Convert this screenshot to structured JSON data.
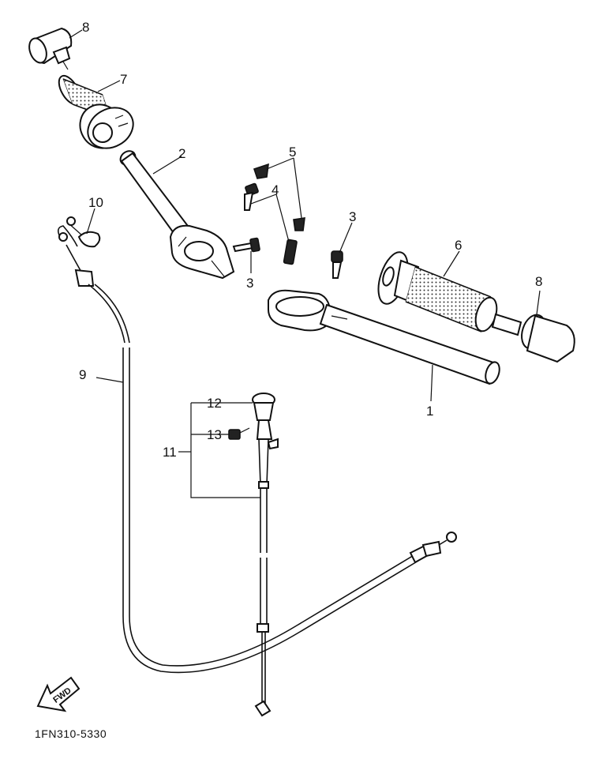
{
  "diagram": {
    "part_code": "1FN310-5330",
    "forward_label": "FWD",
    "callouts": {
      "c1": "1",
      "c2": "2",
      "c3a": "3",
      "c3b": "3",
      "c4": "4",
      "c5": "5",
      "c6": "6",
      "c7": "7",
      "c8a": "8",
      "c8b": "8",
      "c9": "9",
      "c10": "10",
      "c11": "11",
      "c12": "12",
      "c13": "13"
    }
  }
}
